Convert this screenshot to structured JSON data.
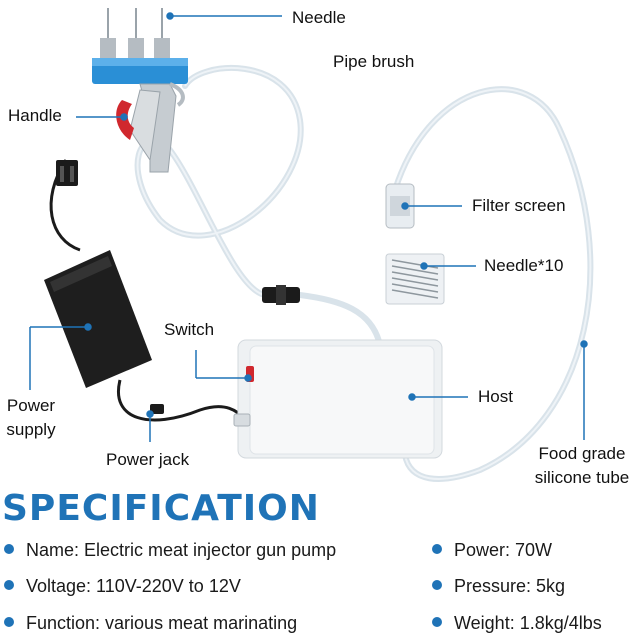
{
  "labels": {
    "needle": "Needle",
    "pipe_brush": "Pipe brush",
    "handle": "Handle",
    "filter_screen": "Filter screen",
    "needle_x10": "Needle*10",
    "switch": "Switch",
    "host": "Host",
    "power_supply_line1": "Power",
    "power_supply_line2": "supply",
    "power_jack": "Power jack",
    "food_grade_line1": "Food grade",
    "food_grade_line2": "silicone tube"
  },
  "specification": {
    "title": "SPECIFICATION",
    "items": [
      "Name: Electric meat injector gun pump",
      "Voltage: 110V-220V to 12V",
      "Function: various meat marinating",
      "Power: 70W",
      "Pressure: 5kg",
      "Weight: 1.8kg/4lbs"
    ]
  },
  "colors": {
    "accent": "#1f73b7",
    "gun_blue": "#2a8fd6",
    "trigger_red": "#d0282e"
  }
}
